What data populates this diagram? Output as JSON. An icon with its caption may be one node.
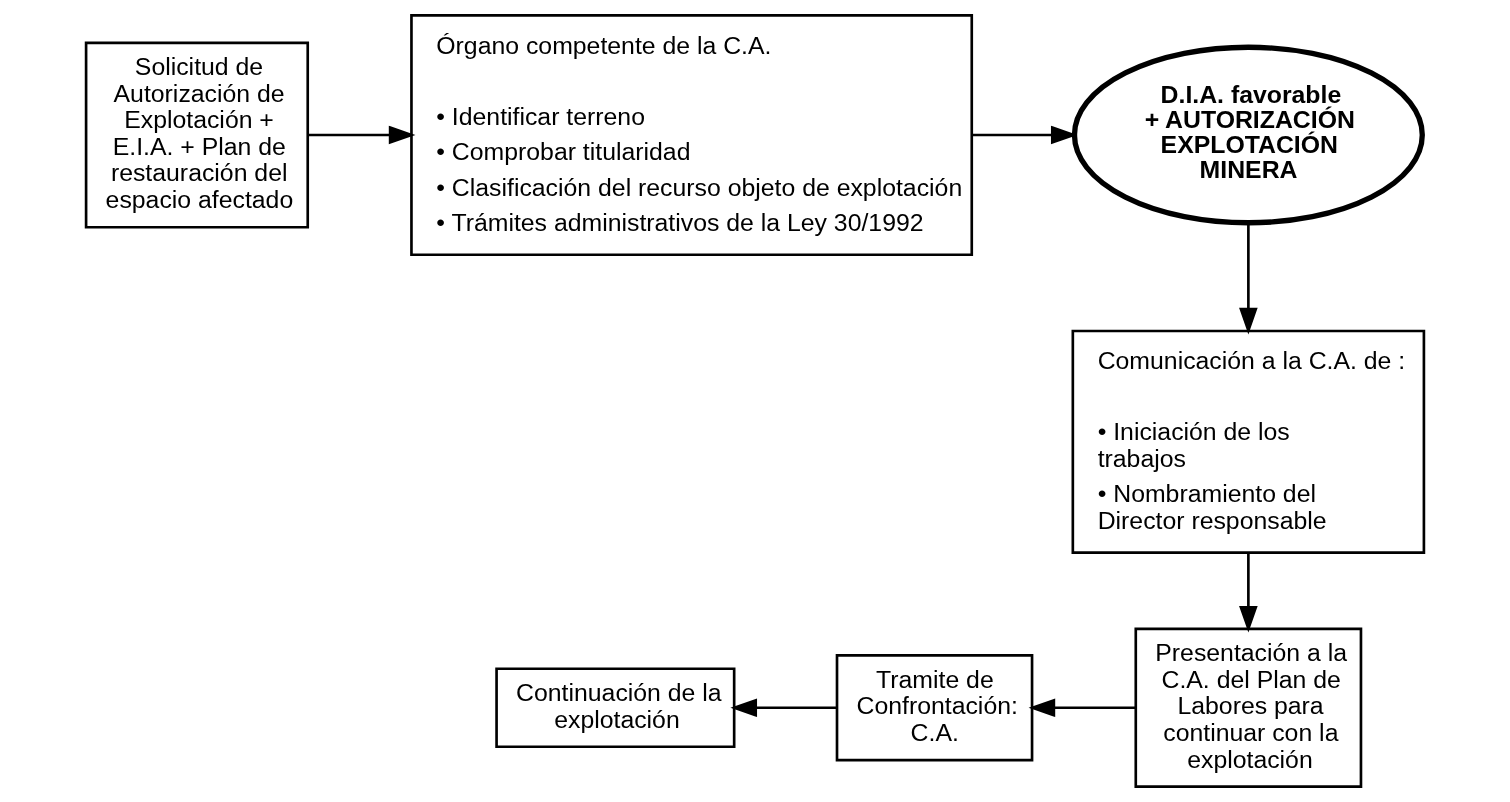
{
  "diagram": {
    "nodes": [
      {
        "text": [
          "Solicitud de Autorización de Explotación + E.I.A. + Plan de restauración del espacio afectado"
        ]
      },
      {
        "text": [
          "Órgano competente de la C.A.",
          "• Identificar terreno",
          "• Comprobar titularidad",
          "• Clasificación del recurso objeto de explotación",
          "• Trámites administrativos de la Ley 30/1992"
        ]
      },
      {
        "text": [
          "D.I.A. favorable + AUTORIZACIÓN EXPLOTACIÓN MINERA"
        ]
      },
      {
        "text": [
          "Comunicación a la C.A. de :",
          "• Iniciación de los trabajos",
          "• Nombramiento del Director responsable"
        ]
      },
      {
        "text": [
          "Presentación a la C.A. del Plan de Labores para continuar con la explotación"
        ]
      },
      {
        "text": [
          "Tramite de Confrontación: C.A."
        ]
      },
      {
        "text": [
          "Continuación de la explotación"
        ]
      }
    ],
    "edges": [
      {
        "from": 0,
        "to": 1,
        "arrow": "to"
      },
      {
        "from": 1,
        "to": 2,
        "arrow": "to"
      },
      {
        "from": 2,
        "to": 3,
        "arrow": "to"
      },
      {
        "from": 3,
        "to": 4,
        "arrow": "to"
      },
      {
        "from": 4,
        "to": 5,
        "arrow": "to"
      },
      {
        "from": 5,
        "to": 6,
        "arrow": "to"
      }
    ]
  }
}
